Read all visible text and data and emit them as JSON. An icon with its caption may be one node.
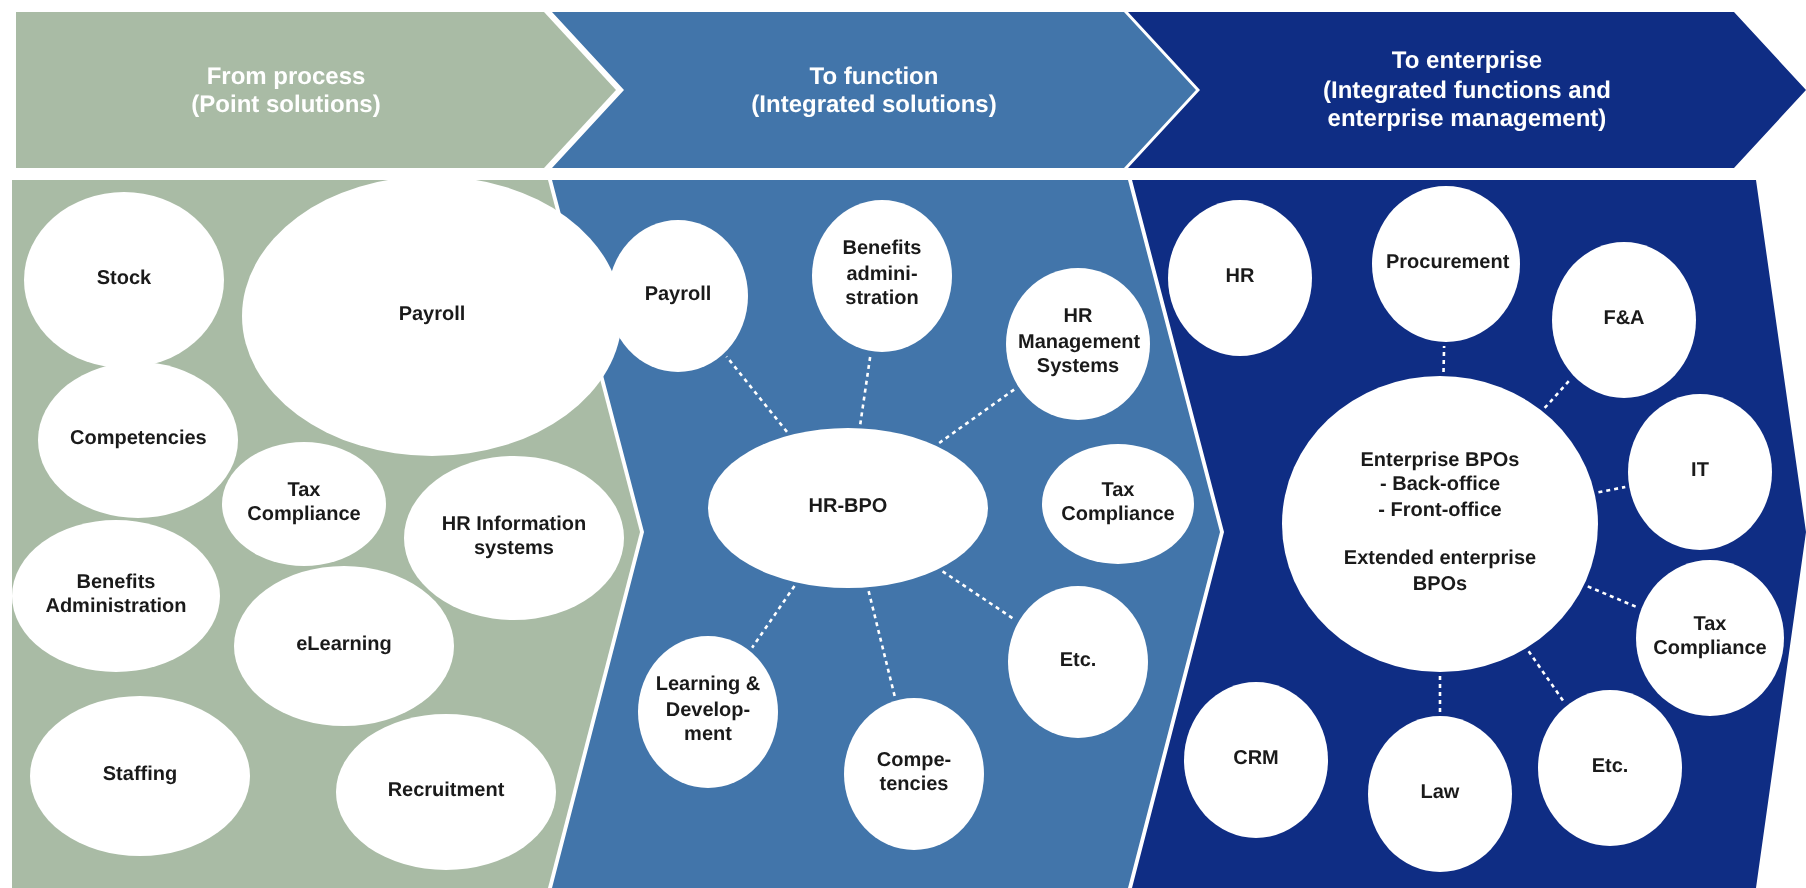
{
  "diagram": {
    "nodes": [
      {
        "text": [
          "From process",
          "(Point solutions)"
        ]
      },
      {
        "text": [],
        "shape": "chevron"
      },
      {
        "text": [
          "Stock"
        ],
        "in": 1
      },
      {
        "text": [
          "Payroll"
        ],
        "in": 1
      },
      {
        "text": [
          "Competencies"
        ],
        "in": 1
      },
      {
        "text": [
          "Tax Compliance"
        ],
        "in": 1
      },
      {
        "text": [
          "HR Information systems"
        ],
        "in": 1
      },
      {
        "text": [
          "Benefits Administration"
        ],
        "in": 1
      },
      {
        "text": [
          "eLearning"
        ],
        "in": 1
      },
      {
        "text": [
          "Staffing"
        ],
        "in": 1
      },
      {
        "text": [
          "Recruitment"
        ],
        "in": 1
      },
      {
        "text": [
          "To function",
          "(Integrated solutions)"
        ]
      },
      {
        "text": [],
        "shape": "chevron"
      },
      {
        "text": [
          "Payroll"
        ],
        "in": 12
      },
      {
        "text": [
          "Benefits admini- stration"
        ],
        "in": 12
      },
      {
        "text": [
          "HR Management Systems"
        ],
        "in": 12
      },
      {
        "text": [
          "HR-BPO"
        ],
        "in": 12
      },
      {
        "text": [
          "Tax Compliance"
        ],
        "in": 12
      },
      {
        "text": [
          "Etc."
        ],
        "in": 12
      },
      {
        "text": [
          "Learning & Develop- ment"
        ],
        "in": 12
      },
      {
        "text": [
          "Compe- tencies"
        ],
        "in": 12
      },
      {
        "text": [
          "To enterprise",
          "(Integrated functions and enterprise management)"
        ]
      },
      {
        "text": [],
        "shape": "chevron"
      },
      {
        "text": [
          "HR"
        ],
        "in": 22
      },
      {
        "text": [
          "Procurement"
        ],
        "in": 22
      },
      {
        "text": [
          "F&A"
        ],
        "in": 22
      },
      {
        "text": [
          "IT"
        ],
        "in": 22
      },
      {
        "text": [
          "Enterprise BPOs",
          "- Back-office",
          "- Front-office",
          "Extended enterprise BPOs"
        ],
        "in": 22
      },
      {
        "text": [
          "Tax Compliance"
        ],
        "in": 22
      },
      {
        "text": [
          "CRM"
        ],
        "in": 22
      },
      {
        "text": [
          "Etc."
        ],
        "in": 22
      },
      {
        "text": [
          "Law"
        ],
        "in": 22
      }
    ],
    "edges": [
      {
        "from": 16,
        "to": 13,
        "arrow": "none",
        "style": "dashed"
      },
      {
        "from": 16,
        "to": 14,
        "arrow": "none",
        "style": "dashed"
      },
      {
        "from": 16,
        "to": 15,
        "arrow": "none",
        "style": "dashed"
      },
      {
        "from": 16,
        "to": 18,
        "arrow": "none",
        "style": "dashed"
      },
      {
        "from": 16,
        "to": 20,
        "arrow": "none",
        "style": "dashed"
      },
      {
        "from": 16,
        "to": 19,
        "arrow": "none",
        "style": "dashed"
      },
      {
        "from": 27,
        "to": 24,
        "arrow": "none",
        "style": "dashed"
      },
      {
        "from": 27,
        "to": 25,
        "arrow": "none",
        "style": "dashed"
      },
      {
        "from": 27,
        "to": 26,
        "arrow": "none",
        "style": "dashed"
      },
      {
        "from": 27,
        "to": 28,
        "arrow": "none",
        "style": "dashed"
      },
      {
        "from": 27,
        "to": 30,
        "arrow": "none",
        "style": "dashed"
      },
      {
        "from": 27,
        "to": 31,
        "arrow": "none",
        "style": "dashed"
      }
    ]
  }
}
